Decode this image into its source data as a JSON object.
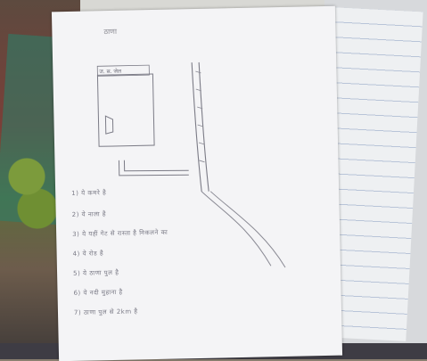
{
  "scene": {
    "description_text": "",
    "sheet_title": "ठाणा",
    "box_label": "ज. स. जेल",
    "notes": [
      "1) ये कमरे है",
      "2) ये नाला है",
      "3) ये यहीं गेट से रास्ता है निकलने का",
      "4) ये रोड है",
      "5) ये ठाणा पुल है",
      "6) ये नदी मुहाना है",
      "7) ठाणा पुल से 2km है"
    ]
  },
  "colors": {
    "paper": "#f4f4f6",
    "pencil": "#7a7a86"
  }
}
